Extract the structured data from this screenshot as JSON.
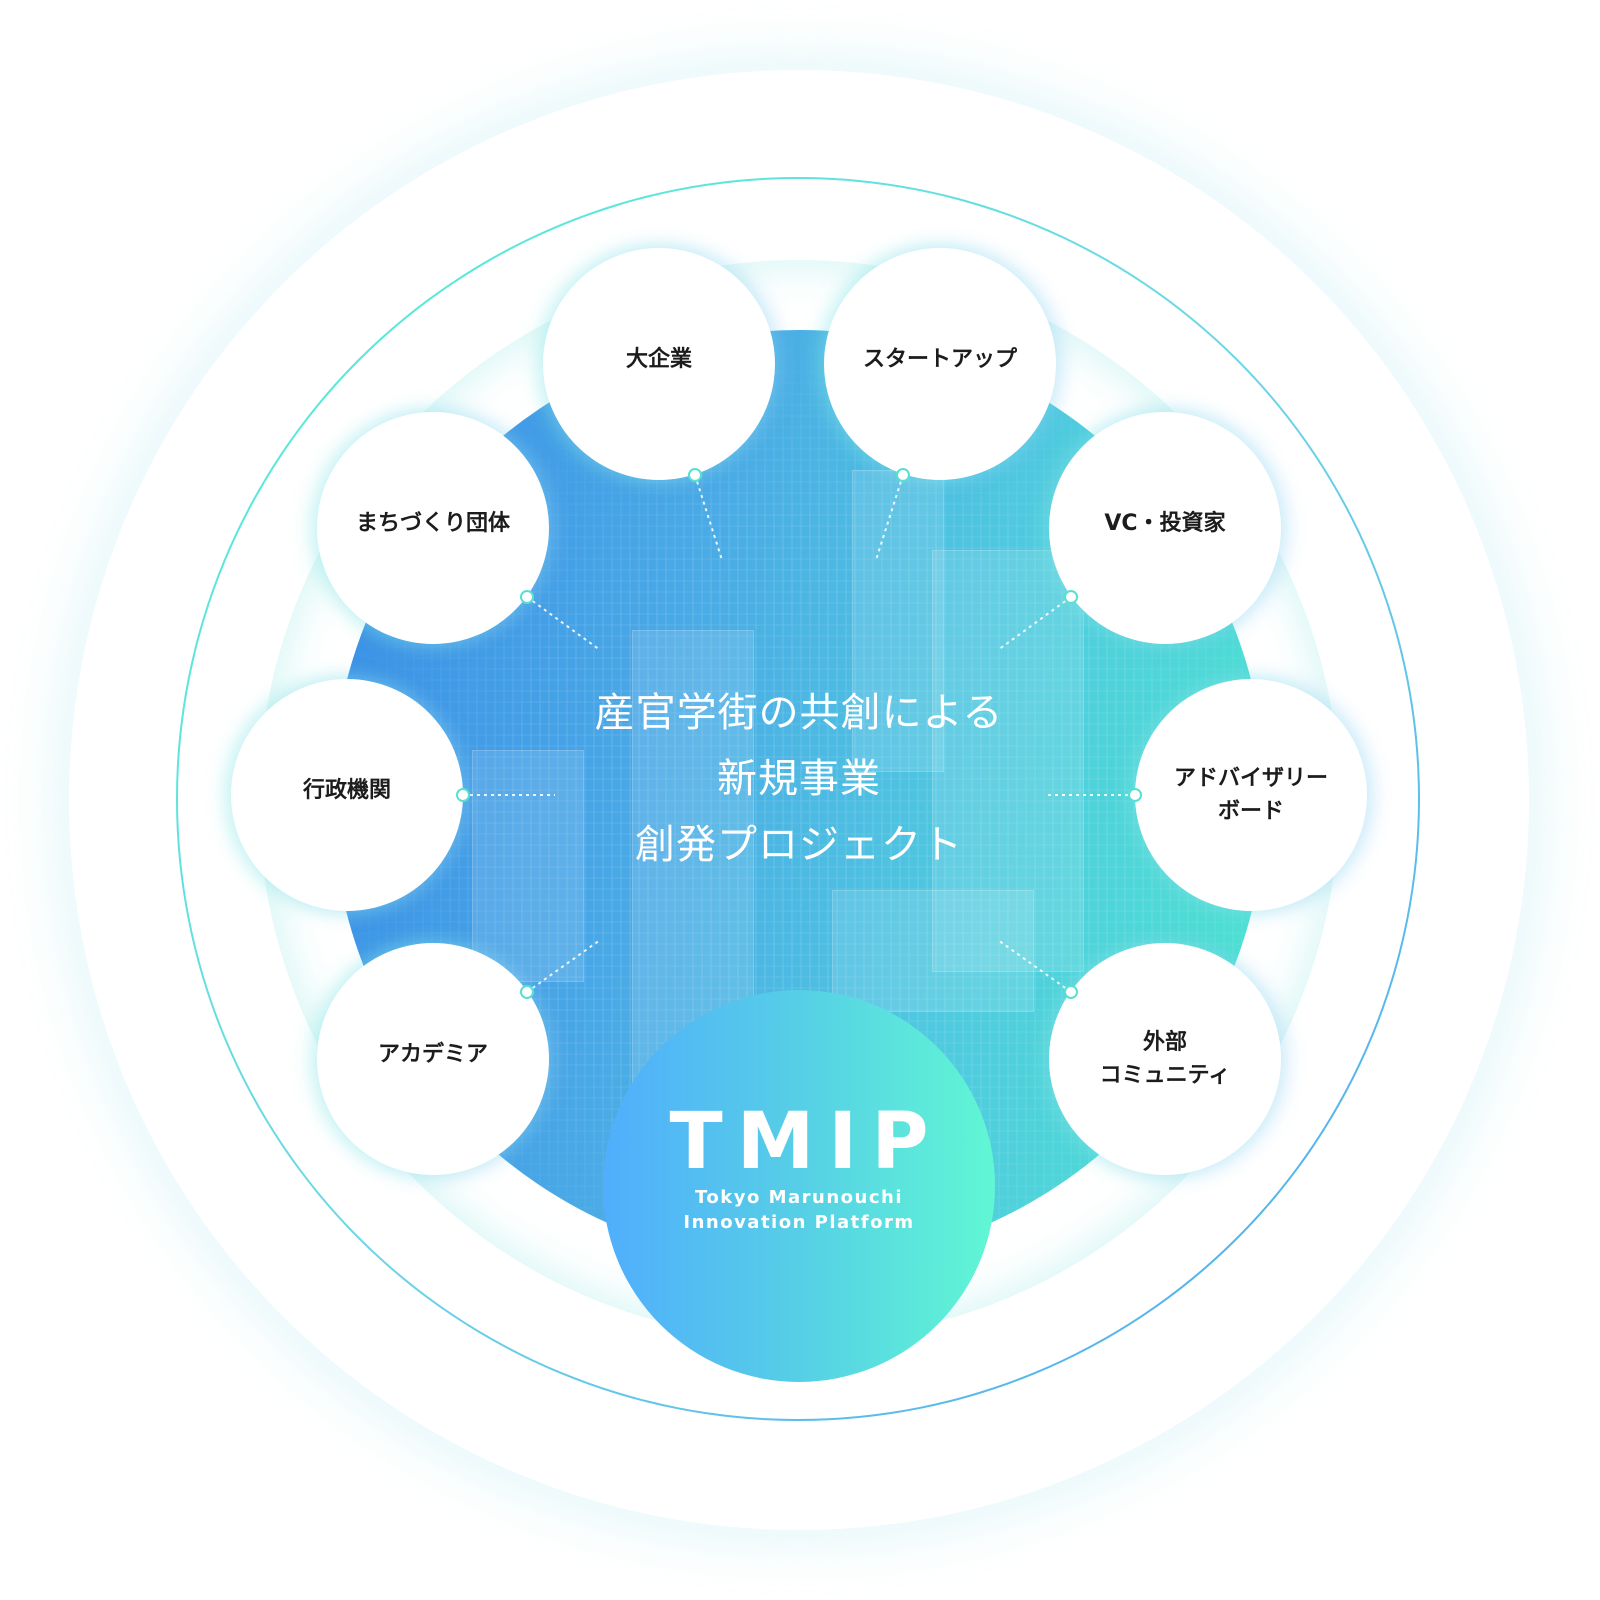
{
  "diagram": {
    "title_lines": [
      "産官学街の共創による",
      "新規事業",
      "創発プロジェクト"
    ],
    "center_badge": {
      "logo": "TMIP",
      "subtitle_line1": "Tokyo Marunouchi",
      "subtitle_line2": "Innovation Platform"
    },
    "nodes": [
      {
        "id": "large-enterprise",
        "label": "大企業"
      },
      {
        "id": "startup",
        "label": "スタートアップ"
      },
      {
        "id": "vc-investor",
        "label": "VC・投資家"
      },
      {
        "id": "advisory-board",
        "label": "アドバイザリー\nボード"
      },
      {
        "id": "external-community",
        "label": "外部\nコミュニティ"
      },
      {
        "id": "academia",
        "label": "アカデミア"
      },
      {
        "id": "government",
        "label": "行政機関"
      },
      {
        "id": "town-planning",
        "label": "まちづくり団体"
      }
    ],
    "colors": {
      "gradient_blue": "#3a8ee6",
      "gradient_cyan": "#4ee6d0",
      "badge_blue": "#50aefc",
      "badge_mint": "#60f7d4",
      "ring_line": "#4ef0d4",
      "node_text": "#1c1c1c",
      "headline_text": "#ffffff"
    }
  }
}
